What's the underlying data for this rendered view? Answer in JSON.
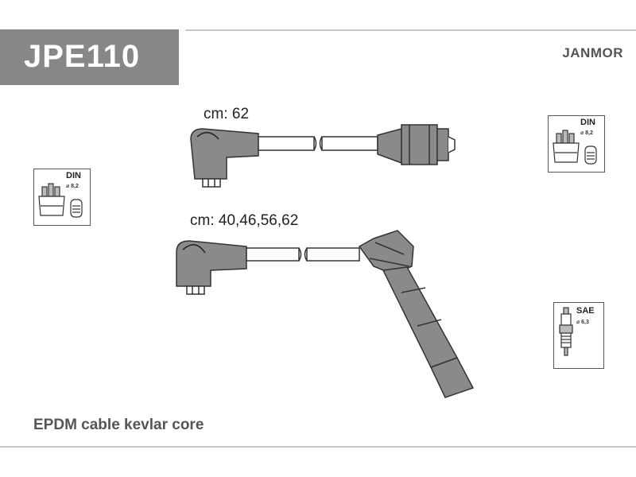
{
  "header": {
    "part_number": "JPE110",
    "brand": "JANMOR"
  },
  "footer": {
    "description": "EPDM cable kevlar core"
  },
  "cables": [
    {
      "label": "cm: 62"
    },
    {
      "label": "cm: 40,46,56,62"
    }
  ],
  "badges": {
    "distributor_left": {
      "standard": "DIN",
      "diameter": "⌀ 8,2"
    },
    "distributor_right": {
      "standard": "DIN",
      "diameter": "⌀ 8,2"
    },
    "spark_plug": {
      "standard": "SAE",
      "diameter": "⌀ 6,3"
    }
  },
  "colors": {
    "title_box": "#878787",
    "text": "#555555",
    "outline": "#333333",
    "fill": "#8a8a8a"
  }
}
